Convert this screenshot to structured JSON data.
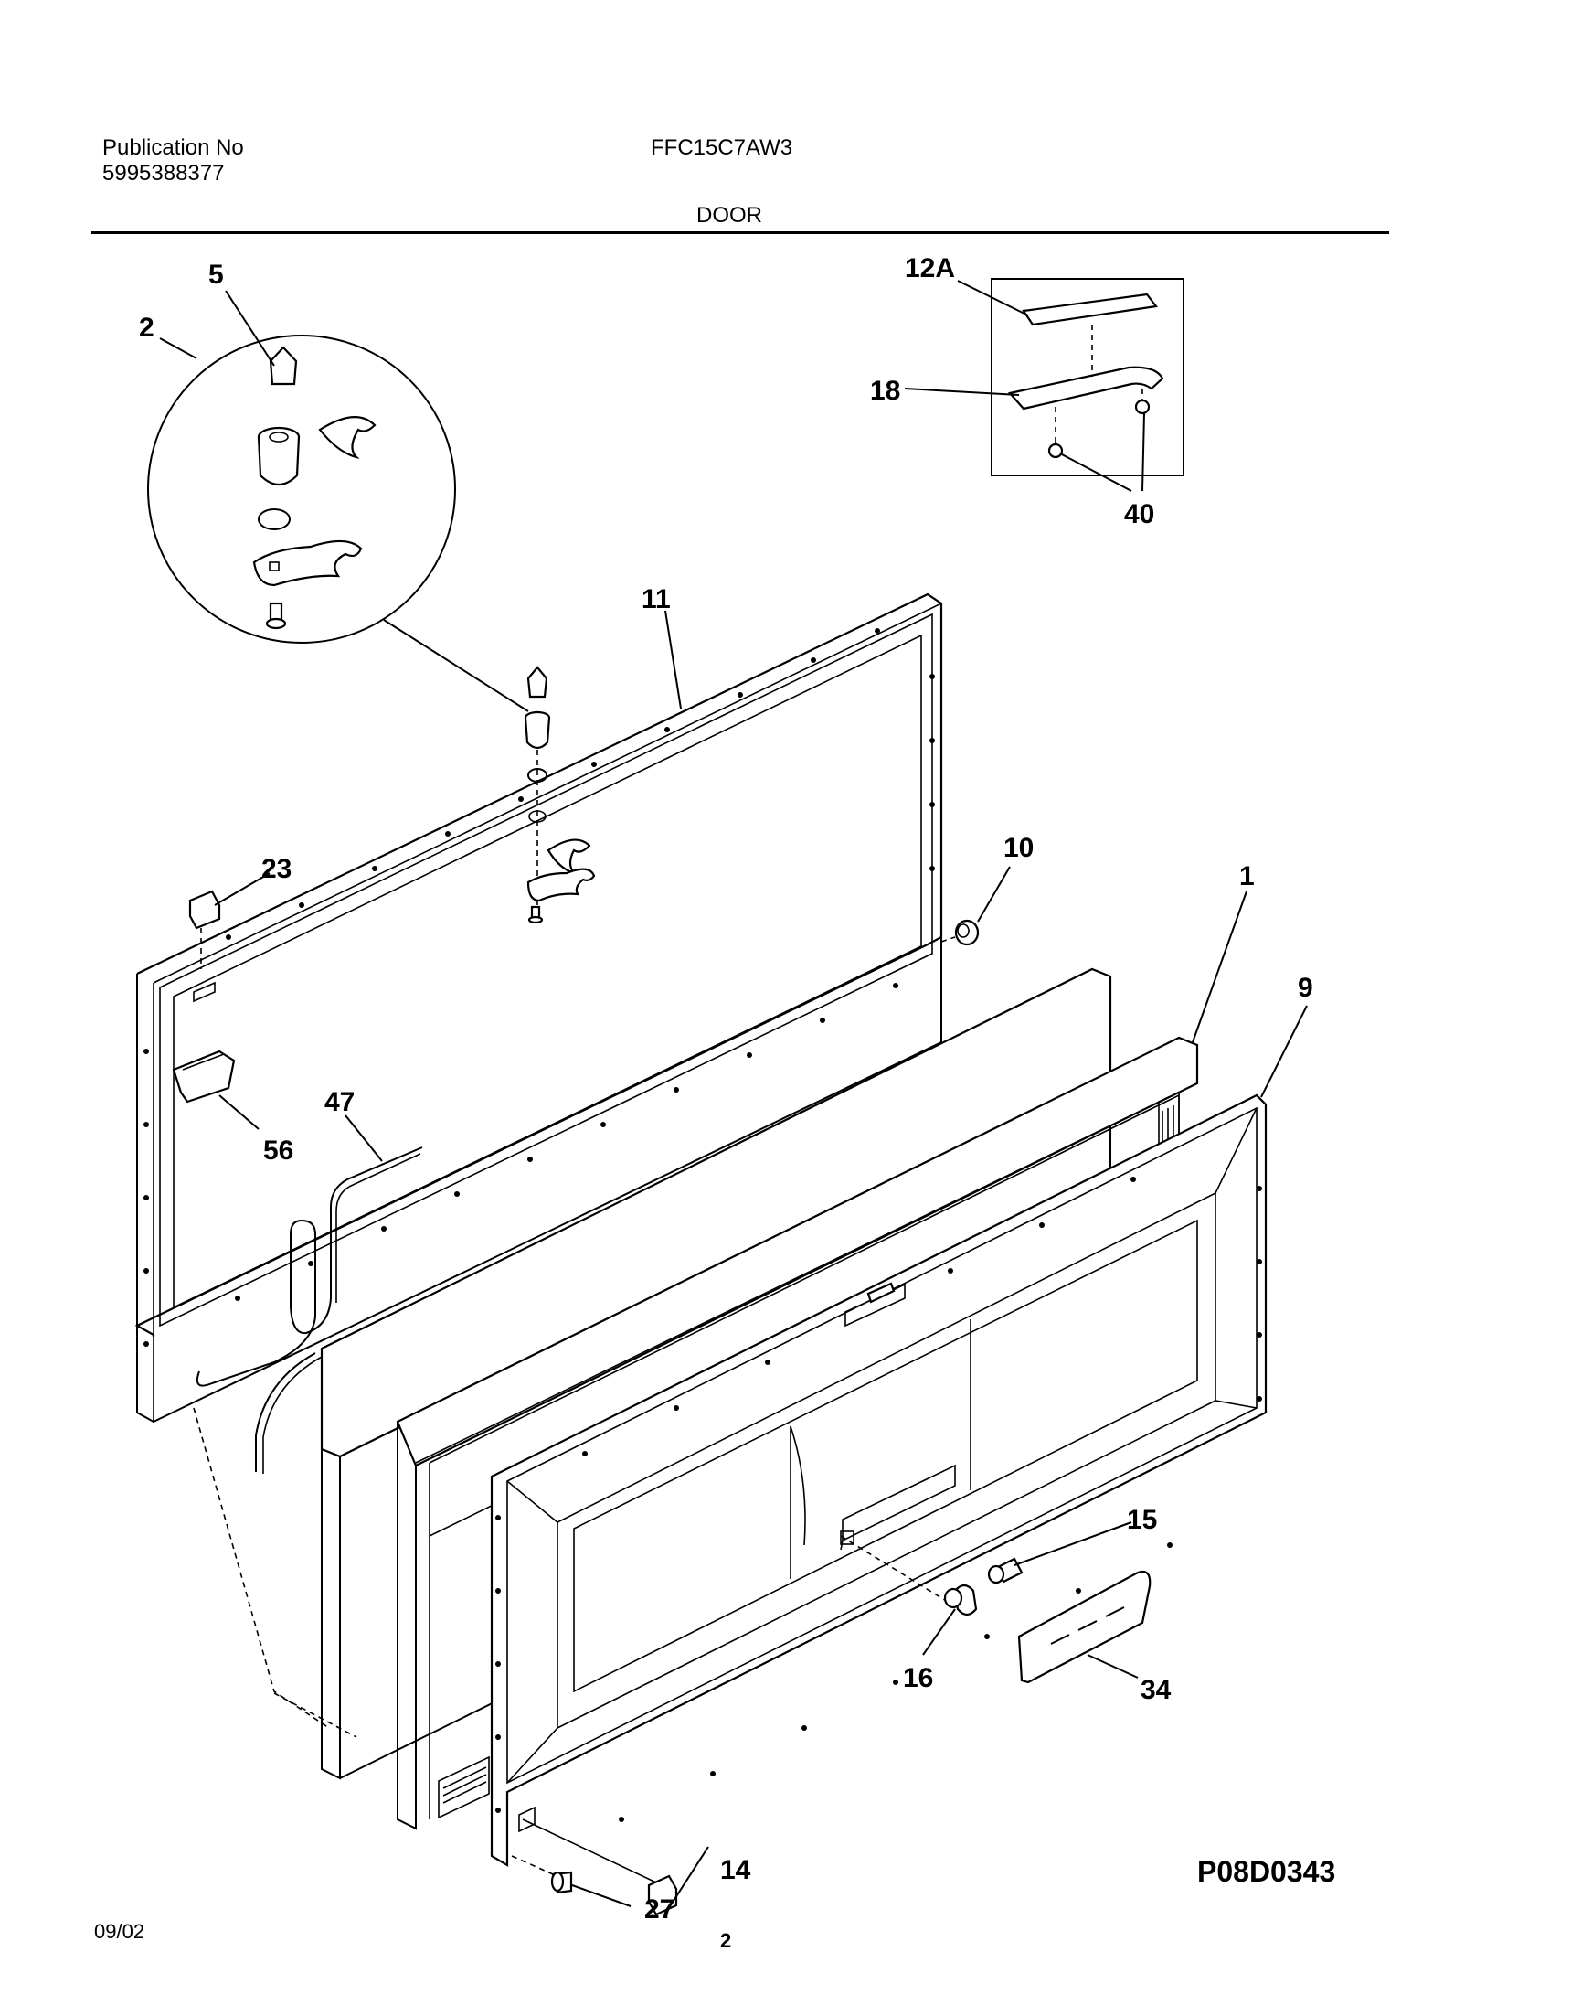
{
  "header": {
    "publication_label": "Publication No",
    "publication_number": "5995388377",
    "model": "FFC15C7AW3",
    "section": "DOOR"
  },
  "callouts": {
    "c1": "1",
    "c2": "2",
    "c5": "5",
    "c9": "9",
    "c10": "10",
    "c11": "11",
    "c12a": "12A",
    "c14": "14",
    "c15": "15",
    "c16": "16",
    "c18": "18",
    "c23": "23",
    "c27": "27",
    "c34": "34",
    "c40": "40",
    "c47": "47",
    "c56": "56"
  },
  "diagram_code": "P08D0343",
  "footer": {
    "date": "09/02",
    "page": "2"
  }
}
